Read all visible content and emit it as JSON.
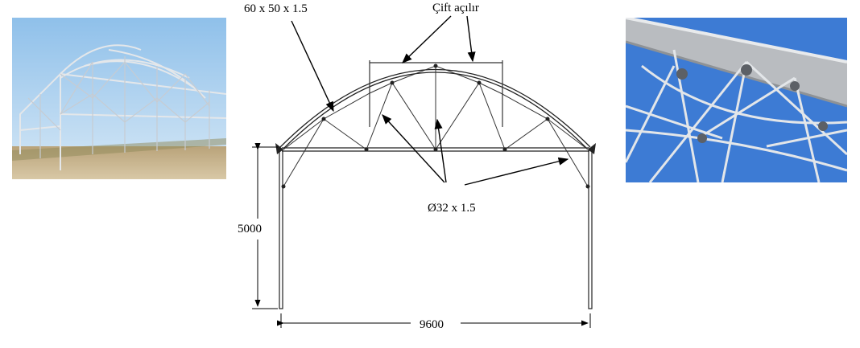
{
  "labels": {
    "profile": "60 x 50 x 1.5",
    "vent": "Çift açılır",
    "pipe": "Ø32 x 1.5",
    "height": "5000",
    "span": "9600"
  },
  "photos": {
    "left": "greenhouse-frame-photo",
    "right": "truss-detail-photo"
  },
  "colors": {
    "sky": "#9cc7ea",
    "ground": "#c9b48a",
    "steel": "#d9dde2",
    "line": "#000000"
  }
}
